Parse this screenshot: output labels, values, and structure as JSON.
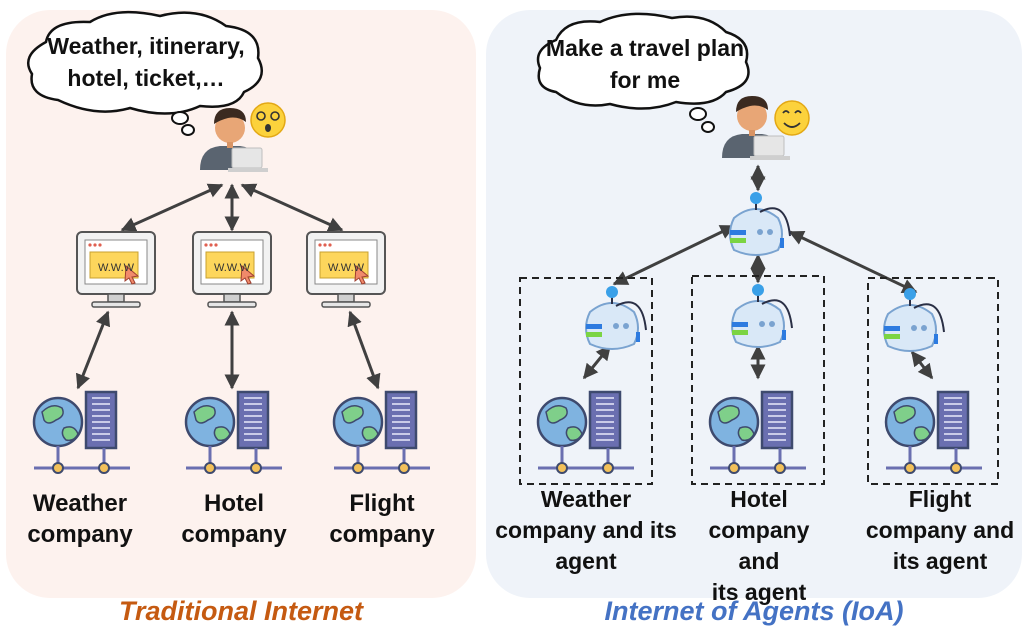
{
  "left": {
    "bubble_line1": "Weather, itinerary,",
    "bubble_line2": "hotel, ticket,…",
    "services": [
      {
        "line1": "Weather",
        "line2": "company"
      },
      {
        "line1": "Hotel",
        "line2": "company"
      },
      {
        "line1": "Flight",
        "line2": "company"
      }
    ],
    "browser_text": "W.W.W",
    "caption": "Traditional Internet"
  },
  "right": {
    "bubble_line1": "Make a travel plan",
    "bubble_line2": "for me",
    "services": [
      {
        "line1": "Weather",
        "line2": "company and its",
        "line3": "agent"
      },
      {
        "line1": "Hotel",
        "line2": "company and",
        "line3": "its agent"
      },
      {
        "line1": "Flight",
        "line2": "company and",
        "line3": "its agent"
      }
    ],
    "caption": "Internet of Agents (IoA)"
  },
  "colors": {
    "left_panel": "#fdf2ee",
    "right_panel": "#eff3f9",
    "left_caption": "#c55a11",
    "right_caption": "#4472c4",
    "arrow": "#404040"
  },
  "icons": [
    "thought-cloud",
    "user-laptop-icon",
    "dizzy-face-icon",
    "smiling-face-icon",
    "web-monitor-icon",
    "globe-icon",
    "server-rack-icon",
    "network-node-icon",
    "robot-agent-icon"
  ]
}
